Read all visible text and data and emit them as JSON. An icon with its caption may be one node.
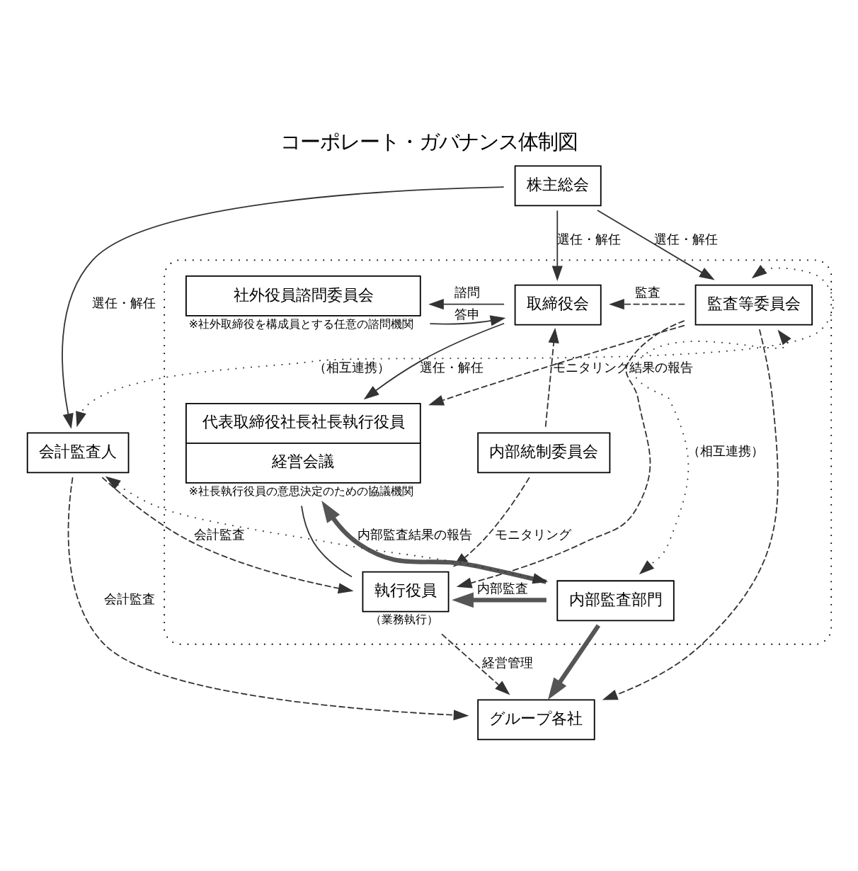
{
  "diagram": {
    "title": "コーポレート・ガバナンス体制図",
    "nodes": [
      {
        "text": [
          "株主総会"
        ]
      },
      {
        "text": [],
        "shape": "box"
      },
      {
        "text": [
          "社外役員諮問委員会"
        ],
        "in": 1,
        "beside": [
          "※社外取締役を構成員とする任意の諮問機関"
        ]
      },
      {
        "text": [
          "取締役会"
        ],
        "in": 1
      },
      {
        "text": [
          "監査等委員会"
        ],
        "in": 1
      },
      {
        "text": [
          "会計監査人"
        ]
      },
      {
        "text": [
          "代表取締役社長社長執行役員",
          "経営会議"
        ],
        "in": 1,
        "beside": [
          "※社長執行役員の意思決定のための協議機関"
        ]
      },
      {
        "text": [
          "内部統制委員会"
        ],
        "in": 1
      },
      {
        "text": [
          "執行役員"
        ],
        "in": 1,
        "beside": [
          "（業務執行）"
        ]
      },
      {
        "text": [
          "内部監査部門"
        ],
        "in": 1
      },
      {
        "text": [
          "グループ各社"
        ]
      }
    ],
    "edges": [
      {
        "from": 0,
        "to": 3,
        "arrow": "to",
        "label": "選任・解任"
      },
      {
        "from": 0,
        "to": 4,
        "arrow": "to",
        "label": "選任・解任"
      },
      {
        "from": 0,
        "to": 5,
        "arrow": "to",
        "label": "選任・解任"
      },
      {
        "from": 3,
        "to": 2,
        "arrow": "to",
        "label": "諮問"
      },
      {
        "from": 2,
        "to": 3,
        "arrow": "to",
        "label": "答申"
      },
      {
        "from": 4,
        "to": 5,
        "arrow": "both",
        "style": "dashed",
        "label": "（相互連携）"
      },
      {
        "from": 4,
        "to": 3,
        "arrow": "to",
        "style": "dashed",
        "label": "監査"
      },
      {
        "from": 4,
        "to": 6,
        "arrow": "to",
        "style": "dashed"
      },
      {
        "from": 4,
        "to": 8,
        "arrow": "to",
        "style": "dashed"
      },
      {
        "from": 4,
        "to": 10,
        "arrow": "to",
        "style": "dashed"
      },
      {
        "from": 3,
        "to": 6,
        "arrow": "to",
        "label": "選任・解任"
      },
      {
        "from": 7,
        "to": 3,
        "arrow": "to",
        "style": "dashed",
        "label": "モニタリング結果の報告"
      },
      {
        "from": 7,
        "to": 8,
        "arrow": "to",
        "style": "dashed",
        "label": "モニタリング"
      },
      {
        "from": 9,
        "to": 6,
        "arrow": "to",
        "style": "thick",
        "label": "内部監査結果の報告"
      },
      {
        "from": 6,
        "to": 8,
        "arrow": "none"
      },
      {
        "from": 5,
        "to": 8,
        "arrow": "to",
        "style": "dashed",
        "label": "会計監査"
      },
      {
        "from": 5,
        "to": 10,
        "arrow": "to",
        "style": "dashed",
        "label": "会計監査"
      },
      {
        "from": 4,
        "to": 9,
        "arrow": "both",
        "style": "dashed",
        "label": "（相互連携）"
      },
      {
        "from": 5,
        "to": 9,
        "arrow": "both",
        "style": "dashed"
      },
      {
        "from": 9,
        "to": 8,
        "arrow": "to",
        "style": "thick",
        "label": "内部監査"
      },
      {
        "from": 9,
        "to": 10,
        "arrow": "to",
        "style": "thick"
      },
      {
        "from": 8,
        "to": 10,
        "arrow": "to",
        "style": "dashed",
        "label": "経営管理"
      }
    ]
  }
}
